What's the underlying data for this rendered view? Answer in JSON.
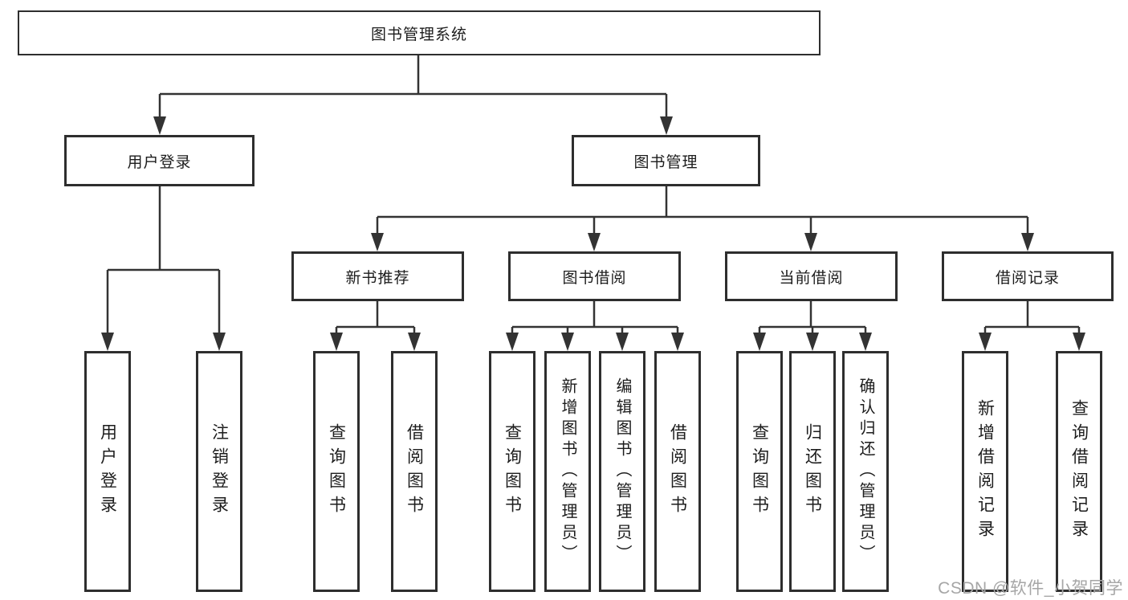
{
  "diagram": {
    "title": "图书管理系统",
    "root": {
      "label": "图书管理系统"
    },
    "level2": [
      {
        "id": "user-login",
        "label": "用户登录"
      },
      {
        "id": "book-management",
        "label": "图书管理"
      }
    ],
    "level3": [
      {
        "id": "new-book-recommendation",
        "parent": "图书管理",
        "label": "新书推荐"
      },
      {
        "id": "book-borrowing",
        "parent": "图书管理",
        "label": "图书借阅"
      },
      {
        "id": "current-borrowing",
        "parent": "图书管理",
        "label": "当前借阅"
      },
      {
        "id": "borrowing-records",
        "parent": "图书管理",
        "label": "借阅记录"
      }
    ],
    "leaves": [
      {
        "parent": "用户登录",
        "label": "用户登录"
      },
      {
        "parent": "用户登录",
        "label": "注销登录"
      },
      {
        "parent": "新书推荐",
        "label": "查询图书"
      },
      {
        "parent": "新书推荐",
        "label": "借阅图书"
      },
      {
        "parent": "图书借阅",
        "label": "查询图书"
      },
      {
        "parent": "图书借阅",
        "label": "新增图书（管理员）"
      },
      {
        "parent": "图书借阅",
        "label": "编辑图书（管理员）"
      },
      {
        "parent": "图书借阅",
        "label": "借阅图书"
      },
      {
        "parent": "当前借阅",
        "label": "查询图书"
      },
      {
        "parent": "当前借阅",
        "label": "归还图书"
      },
      {
        "parent": "当前借阅",
        "label": "确认归还（管理员）"
      },
      {
        "parent": "借阅记录",
        "label": "新增借阅记录"
      },
      {
        "parent": "借阅记录",
        "label": "查询借阅记录"
      }
    ]
  },
  "watermark": {
    "text": "CSDN @软件_小贺同学"
  },
  "colors": {
    "background": "#ffffff",
    "box_border": "#2e2e2e",
    "box_fill": "#ffffff",
    "line": "#333333",
    "text": "#1c1c1c",
    "watermark": "#a6a6a6"
  }
}
